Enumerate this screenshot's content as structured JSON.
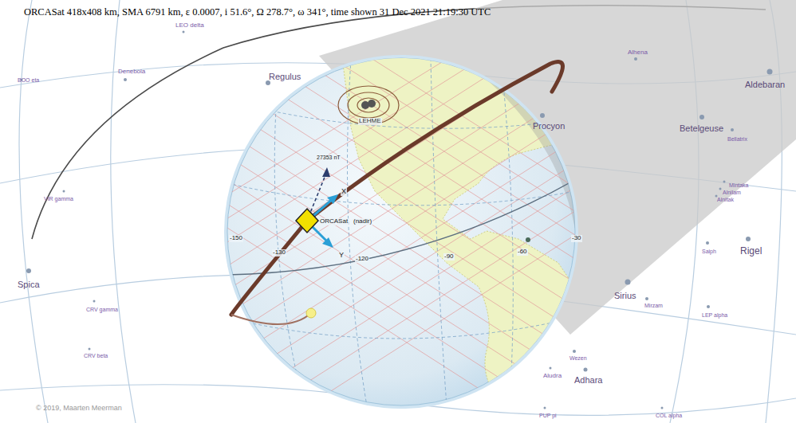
{
  "diagram": {
    "title": "ORCASat 418x408 km, SMA 6791 km, ε 0.0007, i 51.6°, Ω 278.7°, ω 341°, time shown 31 Dec 2021 21:19:30 UTC",
    "labels": [
      "LEO delta",
      "Regulus",
      "BOO eta",
      "Denebola",
      "Alhena",
      "Aldebaran",
      "Procyon",
      "Betelgeuse",
      "Bellatrix",
      "VIR gamma",
      "Mintaka",
      "Alnilam",
      "Alnitak",
      "Saiph",
      "Rigel",
      "Spica",
      "Sirius",
      "Mirzam",
      "LEP alpha",
      "CRV gamma",
      "CRV beta",
      "Wezen",
      "Aludra",
      "Adhara",
      "PUP pi",
      "COL alpha",
      "© 2019, Maarten Meerman",
      "LEHME",
      "27353 nT",
      "X",
      "Y",
      "ORCASat",
      "(nadir)",
      "-150",
      "-130",
      "-120",
      "-90",
      "-60",
      "-30"
    ]
  }
}
